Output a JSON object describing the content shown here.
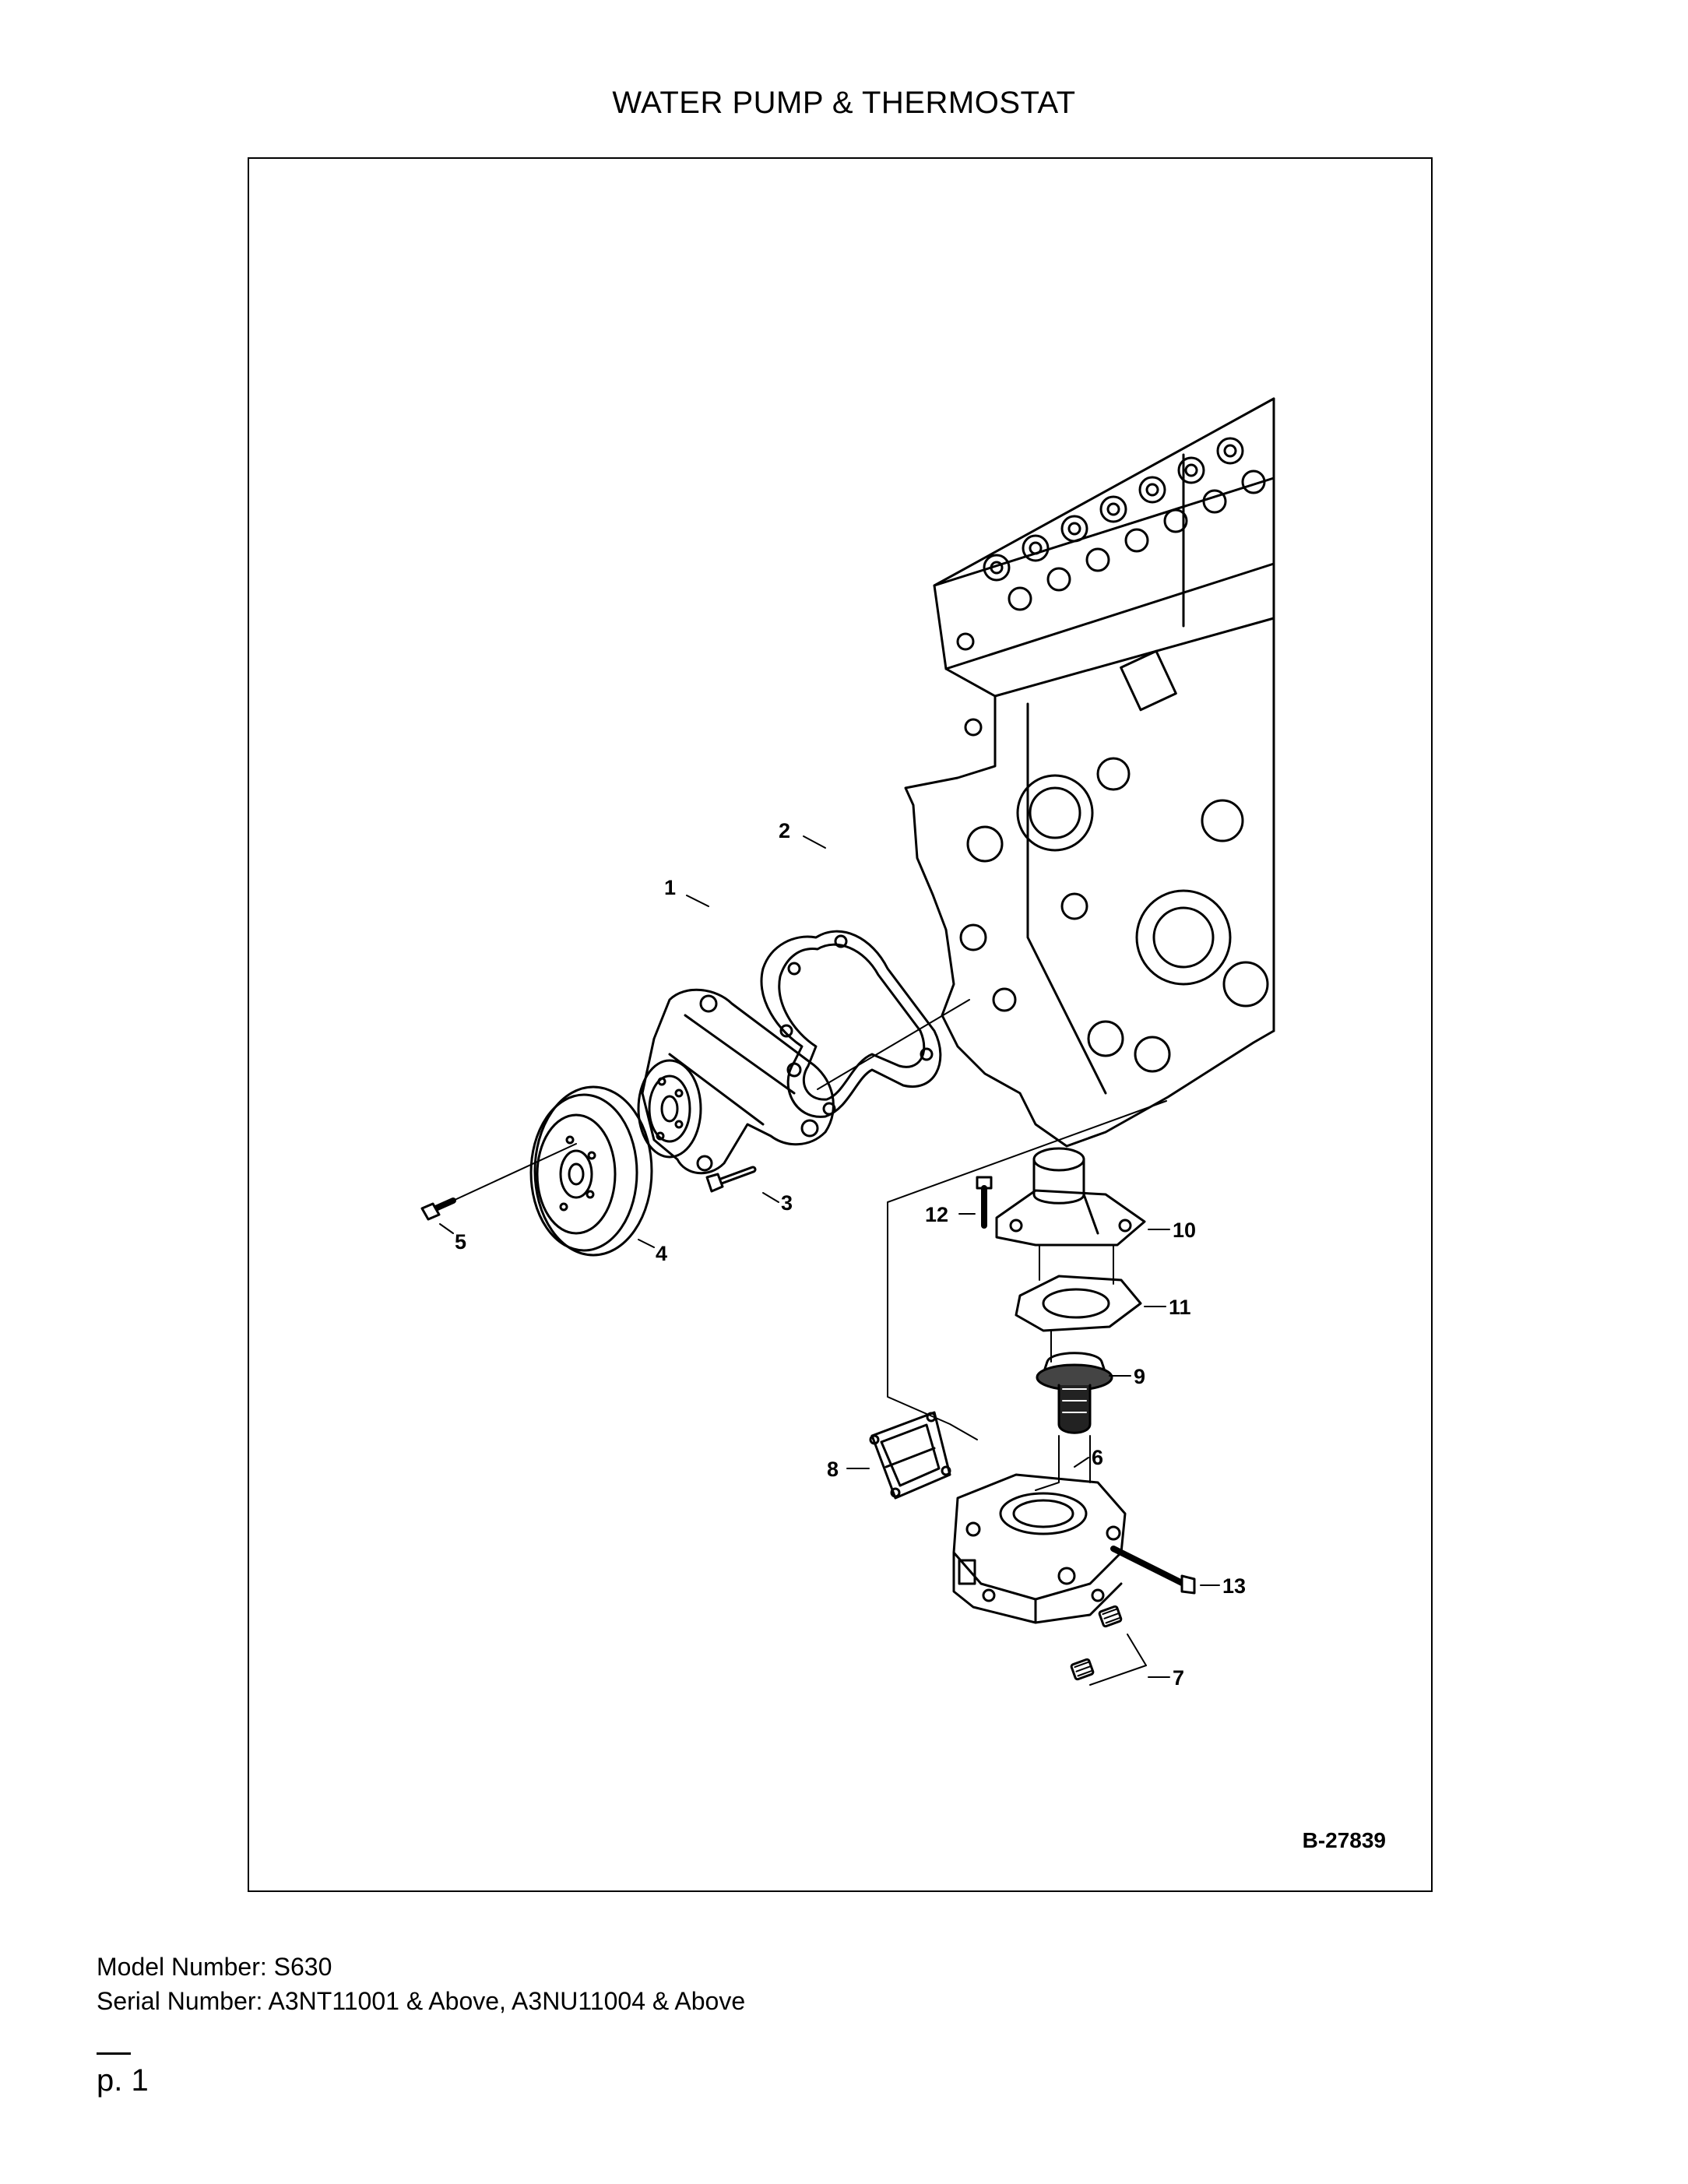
{
  "document": {
    "title": "WATER PUMP & THERMOSTAT",
    "figure_id": "B-27839",
    "model_line": "Model Number: S630",
    "serial_line": "Serial Number: A3NT11001 & Above, A3NU11004 & Above",
    "page_label": "p. 1"
  },
  "callouts": [
    "1",
    "2",
    "3",
    "4",
    "5",
    "6",
    "7",
    "8",
    "9",
    "10",
    "11",
    "12",
    "13"
  ]
}
